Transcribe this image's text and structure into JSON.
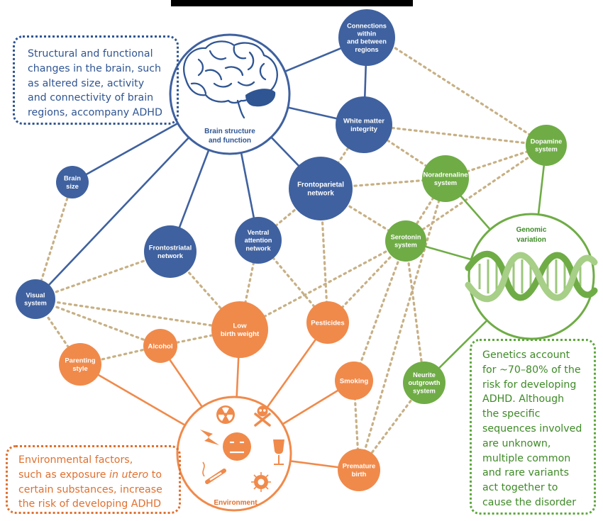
{
  "colors": {
    "blue": "#3f619f",
    "blue_dark": "#2f5593",
    "green": "#6fac46",
    "green_dark": "#3e8a27",
    "orange": "#f08a4b",
    "orange_dark": "#e0702f",
    "dotted_link": "#c7b085"
  },
  "hubs": {
    "brain": "Brain structure and function",
    "environment": "Environment",
    "genomic": "Genomic variation"
  },
  "nodes": {
    "connections": [
      "Connections",
      "within",
      "and between",
      "regions"
    ],
    "white_matter": [
      "White matter",
      "integrity"
    ],
    "dopamine": [
      "Dopamine",
      "system"
    ],
    "noradrenaline": [
      "Noradrenaline",
      "system"
    ],
    "frontoparietal": [
      "Frontoparietal",
      "network"
    ],
    "brain_size": [
      "Brain",
      "size"
    ],
    "serotonin": [
      "Serotonin",
      "system"
    ],
    "ventral": [
      "Ventral",
      "attention",
      "network"
    ],
    "frontostriatal": [
      "Frontostriatal",
      "network"
    ],
    "visual": [
      "Visual",
      "system"
    ],
    "low_birth": [
      "Low",
      "birth weight"
    ],
    "pesticides": [
      "Pesticides"
    ],
    "alcohol": [
      "Alcohol"
    ],
    "parenting": [
      "Parenting",
      "style"
    ],
    "smoking": [
      "Smoking"
    ],
    "neurite": [
      "Neurite",
      "outgrowth",
      "system"
    ],
    "premature": [
      "Premature",
      "birth"
    ]
  },
  "callouts": {
    "brain": [
      "Structural and functional",
      "changes in the brain, such",
      "as altered size, activity",
      "and connectivity of brain",
      "regions, accompany ADHD"
    ],
    "environment": {
      "line1": "Environmental factors,",
      "line2_pre": "such as exposure ",
      "line2_italic": "in utero",
      "line2_post": " to",
      "line3": "certain substances, increase",
      "line4": "the risk of developing ADHD"
    },
    "genetics": [
      "Genetics account",
      "for ~70–80% of the",
      "risk for developing",
      "ADHD. Although",
      "the specific",
      "sequences involved",
      "are unknown,",
      "multiple common",
      "and rare variants",
      "act together to",
      "cause the disorder"
    ]
  }
}
